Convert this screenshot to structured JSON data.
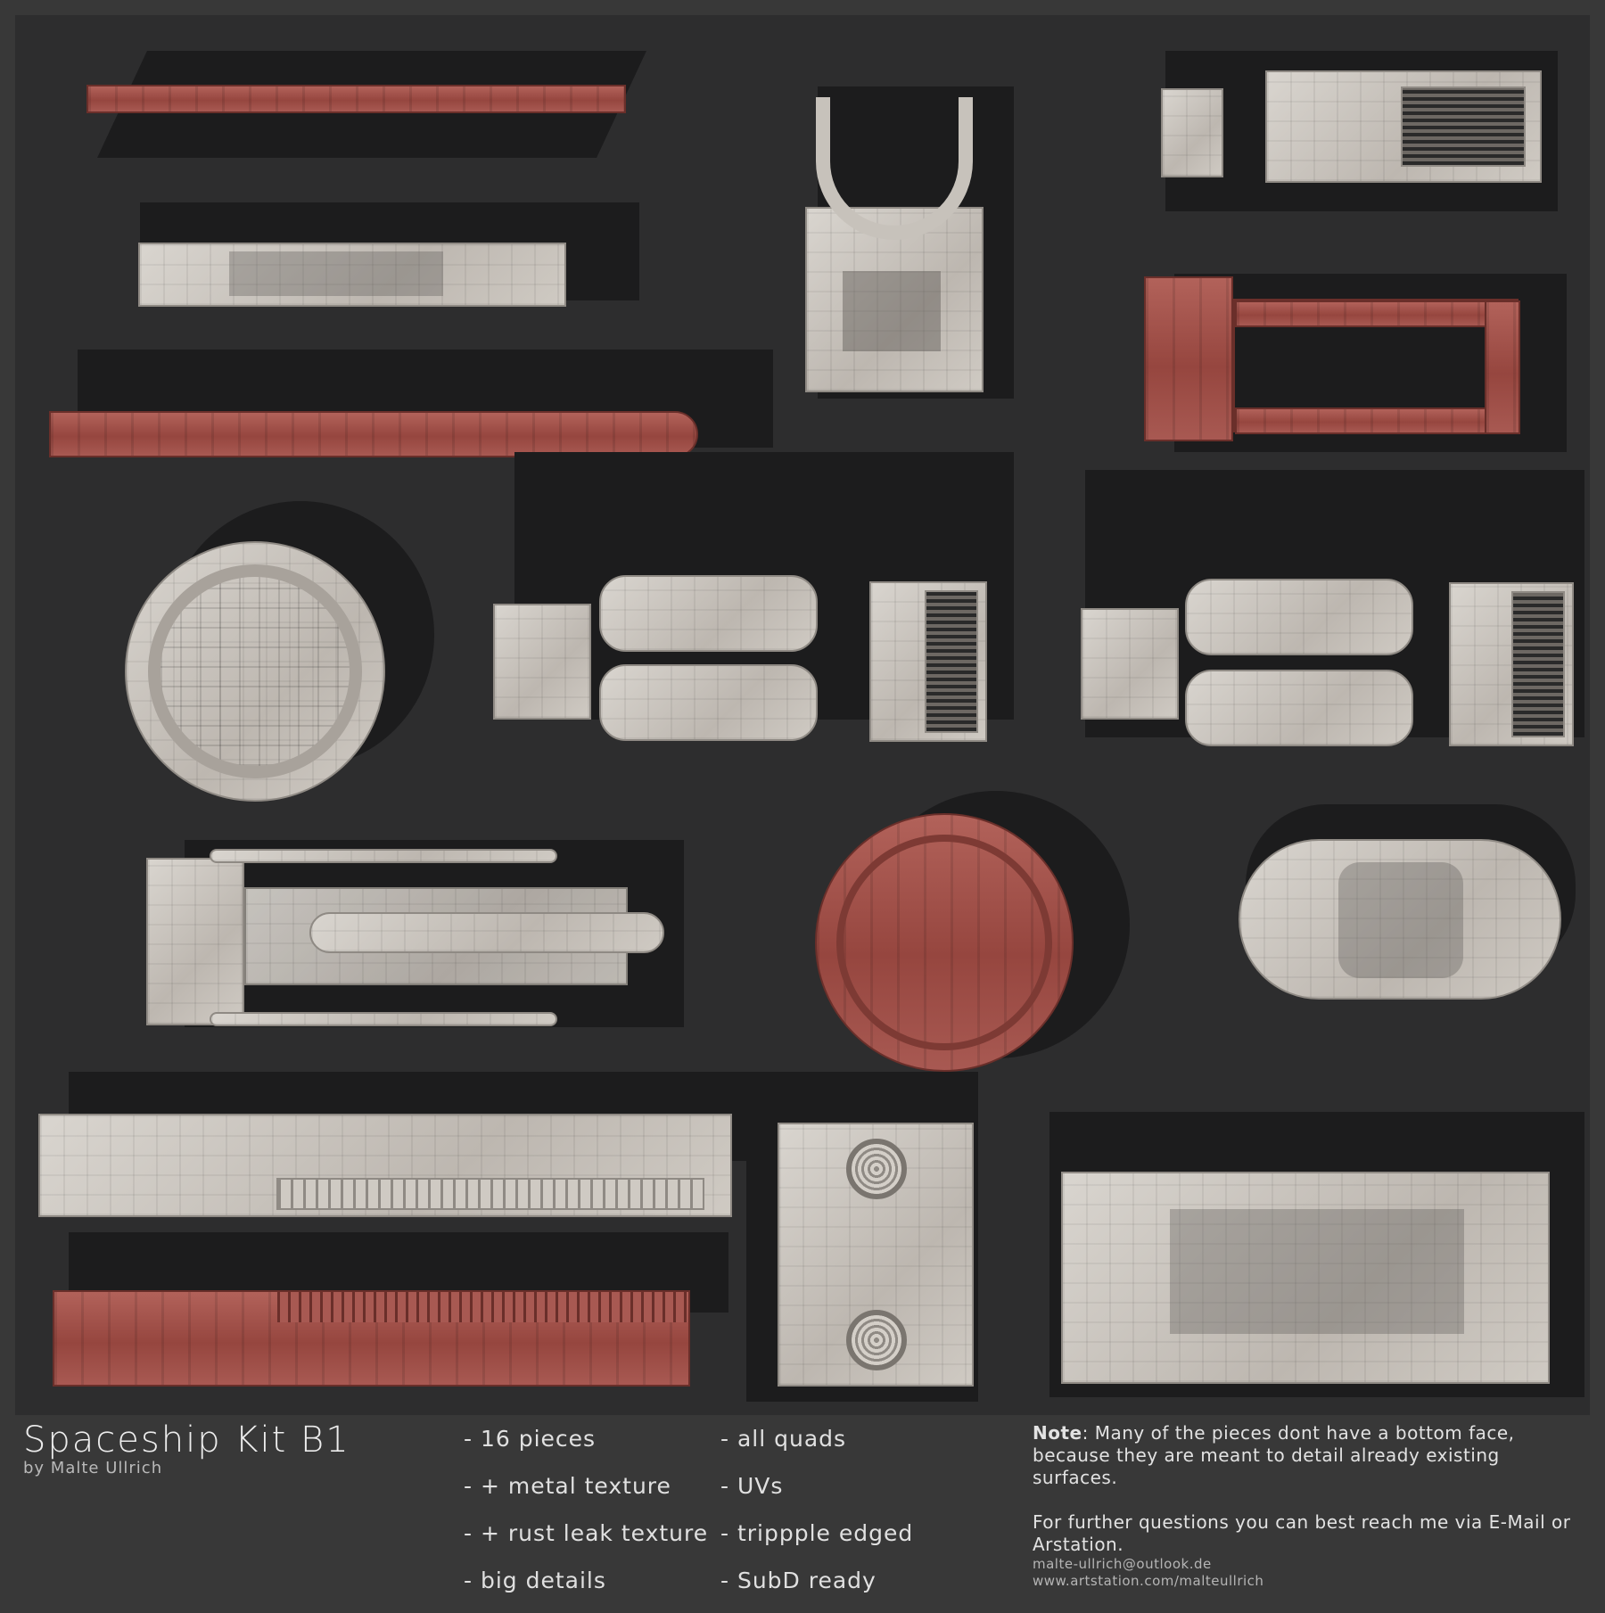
{
  "title": "Spaceship Kit B1",
  "author": "by Malte Ullrich",
  "features_col1": [
    "- 16 pieces",
    "- + metal texture",
    "- + rust leak texture",
    "- big details"
  ],
  "features_col2": [
    "- all quads",
    "- UVs",
    "- trippple edged",
    "- SubD ready"
  ],
  "note": {
    "label": "Note",
    "text": ": Many of the pieces dont have a bottom face, because they are meant to detail already existing surfaces.",
    "contact_text": "For further questions you can best reach me via E-Mail or Arstation.",
    "email": "malte-ullrich@outlook.de",
    "website": "www.artstation.com/malteullrich"
  },
  "colors": {
    "background": "#383838",
    "canvas": "#2d2d2e",
    "metal": "#cfcac3",
    "rust": "#a0514a"
  }
}
